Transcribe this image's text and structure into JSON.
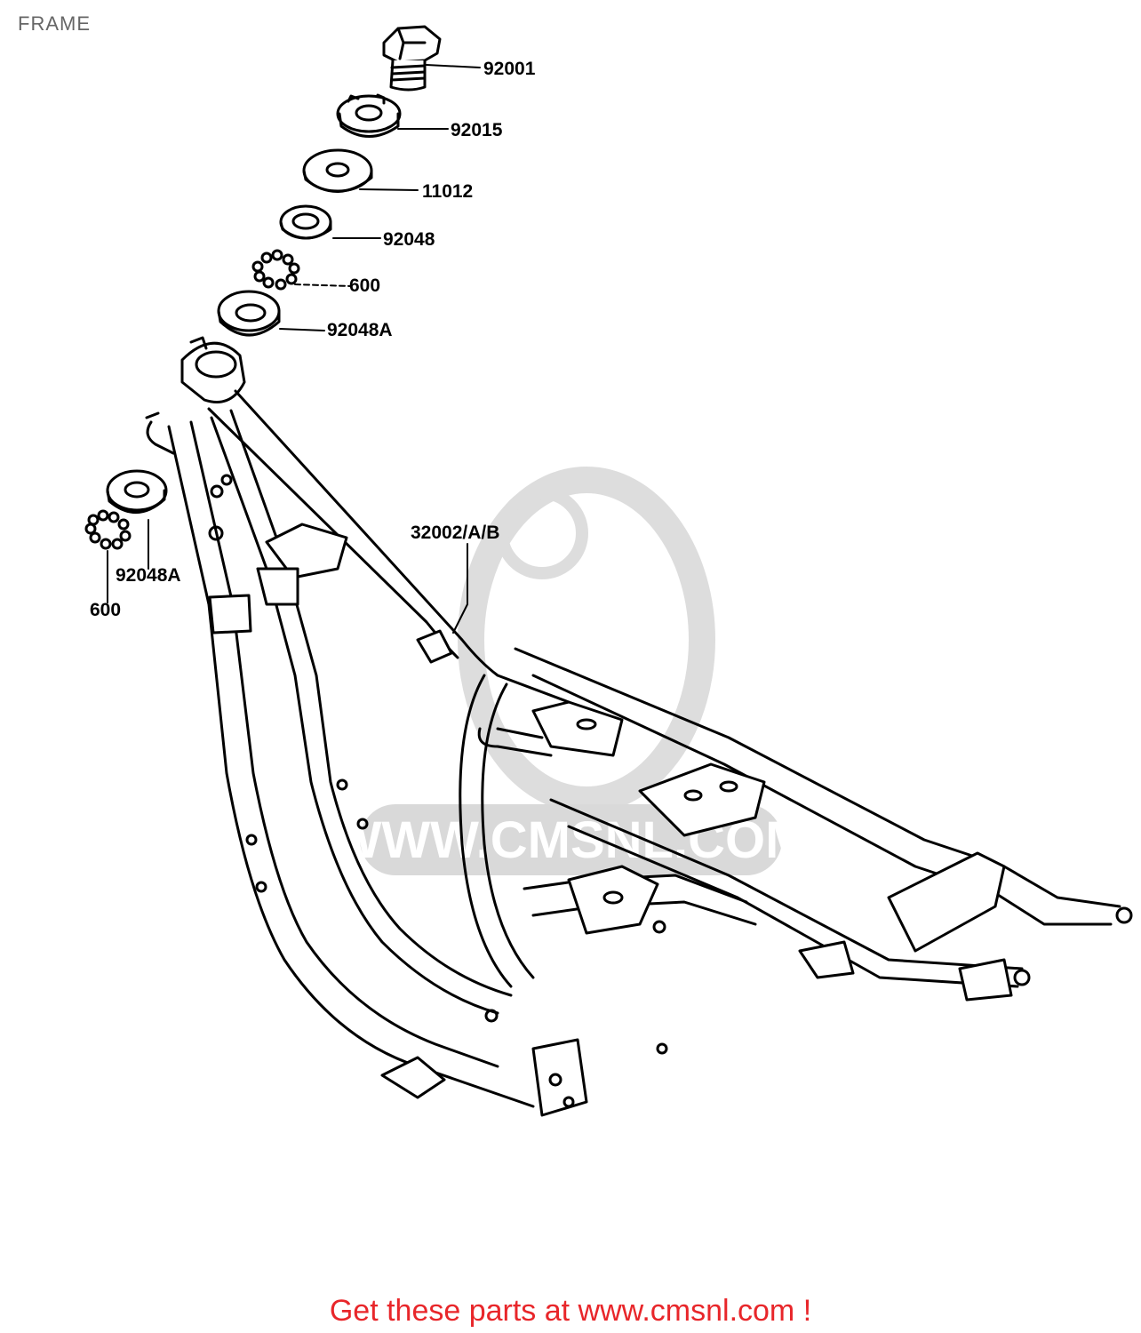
{
  "page": {
    "title": "FRAME"
  },
  "callouts": [
    {
      "part": "92001"
    },
    {
      "part": "92015"
    },
    {
      "part": "11012"
    },
    {
      "part": "92048"
    },
    {
      "part": "600"
    },
    {
      "part": "92048A"
    },
    {
      "part": "32002/A/B"
    },
    {
      "part": "92048A"
    },
    {
      "part": "600"
    }
  ],
  "watermark": {
    "text": "WWW.CMSNL.COM"
  },
  "footer": {
    "link_text": "Get these parts at www.cmsnl.com !",
    "color": "#e8262a"
  },
  "colors": {
    "line": "#000000",
    "watermark": "#d9d9d9",
    "title": "#666666"
  }
}
